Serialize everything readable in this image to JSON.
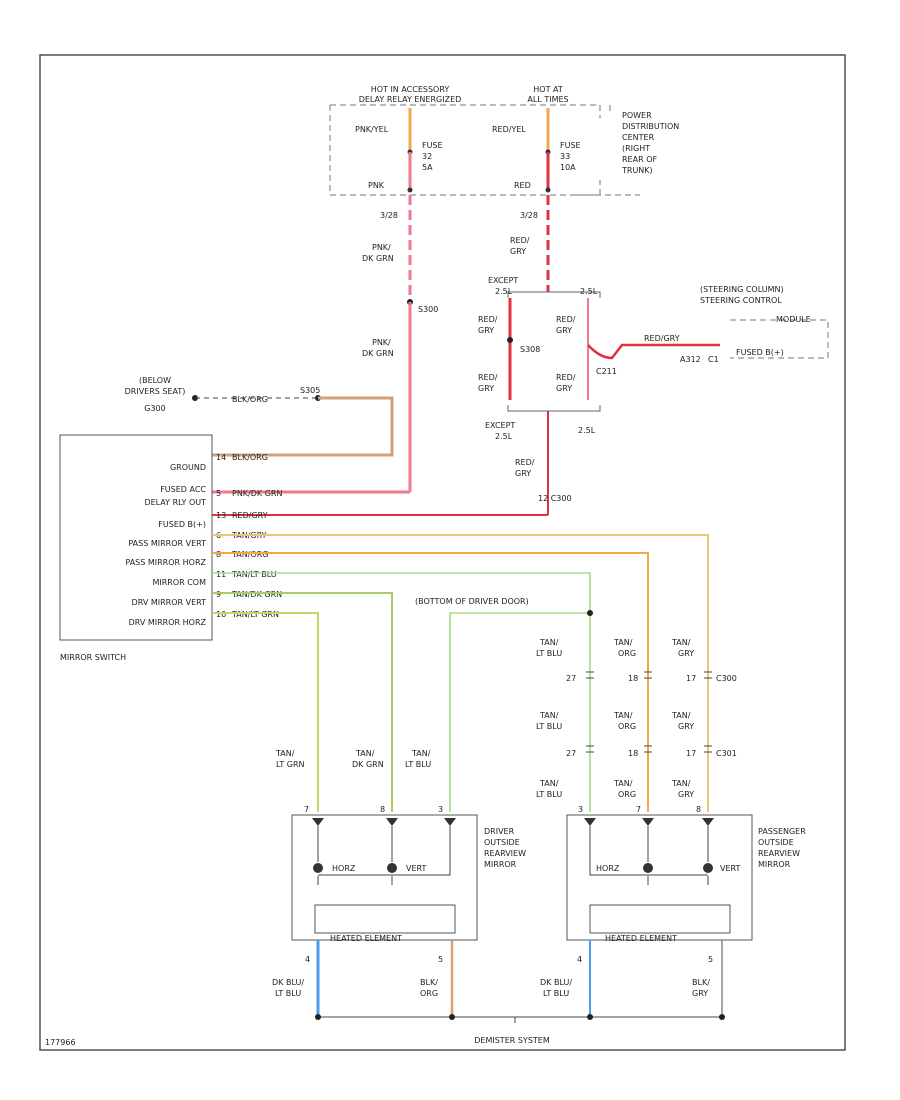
{
  "power": {
    "hot_acc_1": "HOT IN ACCESSORY",
    "hot_acc_2": "DELAY RELAY ENERGIZED",
    "hot_all_1": "HOT AT",
    "hot_all_2": "ALL TIMES",
    "pdc": [
      "POWER",
      "DISTRIBUTION",
      "CENTER",
      "(RIGHT",
      "REAR OF",
      "TRUNK)"
    ],
    "fuse32": [
      "FUSE",
      "32",
      "5A"
    ],
    "fuse33": [
      "FUSE",
      "33",
      "10A"
    ],
    "wire_pnk_yel": "PNK/YEL",
    "wire_red_yel": "RED/YEL",
    "wire_pnk": "PNK",
    "wire_red": "RED",
    "conn_a": "3/28",
    "conn_b": "3/28"
  },
  "wires": {
    "pnk_dk_grn_1": [
      "PNK/",
      "DK GRN"
    ],
    "pnk_dk_grn_2": [
      "PNK/",
      "DK GRN"
    ],
    "splice_s300": "S300",
    "red_gry_top": [
      "RED/",
      "GRY"
    ],
    "except_top": [
      "EXCEPT",
      "2.5L"
    ],
    "l_top": "2.5L",
    "red_gry_l1": [
      "RED/",
      "GRY"
    ],
    "red_gry_r1": [
      "RED/",
      "GRY"
    ],
    "splice_s308": "S308",
    "red_gry_l2": [
      "RED/",
      "GRY"
    ],
    "red_gry_r2": [
      "RED/",
      "GRY"
    ],
    "c211": "C211",
    "except_bot": [
      "EXCEPT",
      "2.5L"
    ],
    "l_bot": "2.5L",
    "red_gry_bot": [
      "RED/",
      "GRY"
    ],
    "c300_top": "12 C300",
    "red_gry_steer": "RED/GRY",
    "a312": "A312",
    "c1": "C1"
  },
  "steering": {
    "title_1": "(STEERING COLUMN)",
    "title_2": "STEERING CONTROL",
    "module": "MODULE",
    "fused": "FUSED B(+)"
  },
  "ground_top": {
    "below_1": "(BELOW",
    "below_2": "DRIVERS SEAT)",
    "g300": "G300",
    "wire": "BLK/ORG",
    "s305": "S305"
  },
  "mirror_switch": {
    "name": "MIRROR SWITCH",
    "pins": [
      {
        "label": "GROUND",
        "pin": "14",
        "wire": "BLK/ORG"
      },
      {
        "label": "FUSED ACC",
        "pin": "5",
        "wire": "PNK/DK GRN"
      },
      {
        "label": "DELAY RLY OUT",
        "pin": "",
        "wire": ""
      },
      {
        "label": "FUSED B(+)",
        "pin": "13",
        "wire": "RED/GRY"
      },
      {
        "label": "PASS MIRROR VERT",
        "pin": "6",
        "wire": "TAN/GRY"
      },
      {
        "label": "PASS MIRROR HORZ",
        "pin": "8",
        "wire": "TAN/ORG"
      },
      {
        "label": "MIRROR COM",
        "pin": "11",
        "wire": "TAN/LT BLU"
      },
      {
        "label": "DRV MIRROR VERT",
        "pin": "9",
        "wire": "TAN/DK GRN"
      },
      {
        "label": "DRV MIRROR HORZ",
        "pin": "10",
        "wire": "TAN/LT GRN"
      }
    ]
  },
  "center": {
    "bottom_door": "(BOTTOM OF DRIVER DOOR)",
    "c300": "C300",
    "c301": "C301",
    "tan_lt_blu": [
      "TAN/",
      "LT BLU"
    ],
    "tan_org": [
      "TAN/",
      "ORG"
    ],
    "tan_gry": [
      "TAN/",
      "GRY"
    ],
    "tan_lt_grn": [
      "TAN/",
      "LT GRN"
    ],
    "tan_dk_grn": [
      "TAN/",
      "DK GRN"
    ],
    "pin_27a": "27",
    "pin_18a": "18",
    "pin_17a": "17",
    "pin_27b": "27",
    "pin_18b": "18",
    "pin_17b": "17"
  },
  "driver_mirror": {
    "name": [
      "DRIVER",
      "OUTSIDE",
      "REARVIEW",
      "MIRROR"
    ],
    "horz": "HORZ",
    "vert": "VERT",
    "heated": "HEATED ELEMENT",
    "pins_top": [
      "7",
      "8",
      "3"
    ],
    "pin_bl": "4",
    "pin_br": "5",
    "wire_bl": [
      "DK BLU/",
      "LT BLU"
    ],
    "wire_br": [
      "BLK/",
      "ORG"
    ]
  },
  "pass_mirror": {
    "name": [
      "PASSENGER",
      "OUTSIDE",
      "REARVIEW",
      "MIRROR"
    ],
    "horz": "HORZ",
    "vert": "VERT",
    "heated": "HEATED ELEMENT",
    "pins_top": [
      "3",
      "7",
      "8"
    ],
    "pin_bl": "4",
    "pin_br": "5",
    "wire_bl": [
      "DK BLU/",
      "LT BLU"
    ],
    "wire_br": [
      "BLK/",
      "GRY"
    ]
  },
  "footer": {
    "code": "177966",
    "bottom": "DEMISTER SYSTEM"
  },
  "colors": {
    "pink": "#f07a8e",
    "red": "#e0323c",
    "orange": "#f2a84a",
    "tan": "#d4a07a",
    "lt_green": "#aad66a",
    "lt_blue": "#9ecf8a",
    "dk_green": "#9cc468",
    "blue": "#4a9ee8",
    "line": "#444444"
  }
}
